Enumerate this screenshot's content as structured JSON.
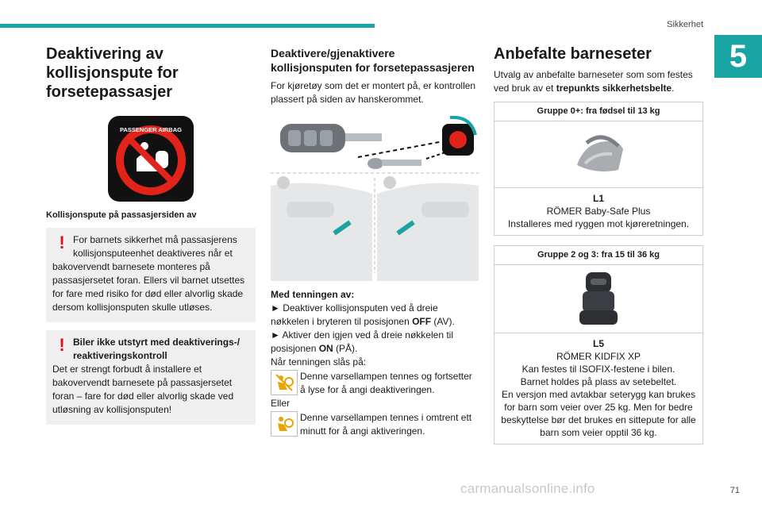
{
  "header": {
    "section": "Sikkerhet",
    "chapter": "5"
  },
  "col1": {
    "title": "Deaktivering av kollisjonspute for forsetepassasjer",
    "airbag_label": "PASSENGER AIRBAG",
    "caption": "Kollisjonspute på passasjersiden av",
    "warn1": {
      "text1": "For barnets sikkerhet må passasjerens kollisjonsputeenhet deaktiveres når et",
      "text2": "bakovervendt barnesete monteres på passasjersetet foran. Ellers vil barnet utsettes for fare med risiko for død eller alvorlig skade dersom kollisjonsputen skulle utløses."
    },
    "warn2": {
      "bold": "Biler ikke utstyrt med deaktiverings-/ reaktiveringskontroll",
      "text": "Det er strengt forbudt å installere et bakovervendt barnesete på passasjersetet foran – fare for død eller alvorlig skade ved utløsning av kollisjonsputen!"
    }
  },
  "col2": {
    "title": "Deaktivere/gjenaktivere kollisjonsputen for forsetepassasjeren",
    "intro": "For kjøretøy som det er montert på, er kontrollen plassert på siden av hanskerommet.",
    "ignition_on": "Med tenningen av:",
    "step1_pre": "► Deaktiver kollisjonsputen ved å dreie nøkkelen i bryteren til posisjonen ",
    "step1_bold": "OFF",
    "step1_post": " (AV).",
    "step2_pre": "► Aktiver den igjen ved å dreie nøkkelen til posisjonen ",
    "step2_bold": "ON",
    "step2_post": " (PÅ).",
    "when_on": "Når tenningen slås på:",
    "lamp1": "Denne varsellampen tennes og fortsetter å lyse for å angi deaktiveringen.",
    "or": "Eller",
    "lamp2": "Denne varsellampen tennes i omtrent ett minutt for å angi aktiveringen."
  },
  "col3": {
    "title": "Anbefalte barneseter",
    "intro_pre": "Utvalg av anbefalte barneseter som som festes ved bruk av et ",
    "intro_bold": "trepunkts sikkerhetsbelte",
    "intro_post": ".",
    "group1": {
      "head": "Gruppe 0+: fra fødsel til 13 kg",
      "code": "L1",
      "name": "RÖMER Baby-Safe Plus",
      "note": "Installeres med ryggen mot kjøreretningen."
    },
    "group2": {
      "head": "Gruppe 2 og 3: fra 15 til 36 kg",
      "code": "L5",
      "name": "RÖMER KIDFIX XP",
      "line1": "Kan festes til ISOFIX-festene i bilen.",
      "line2": "Barnet holdes på plass av setebeltet.",
      "line3": "En versjon med avtakbar seterygg kan brukes for barn som veier over 25 kg. Men for bedre beskyttelse bør det brukes en sittepute for alle barn som veier opptil 36 kg."
    }
  },
  "footer": {
    "page": "71",
    "watermark": "carmanualsonline.info"
  }
}
